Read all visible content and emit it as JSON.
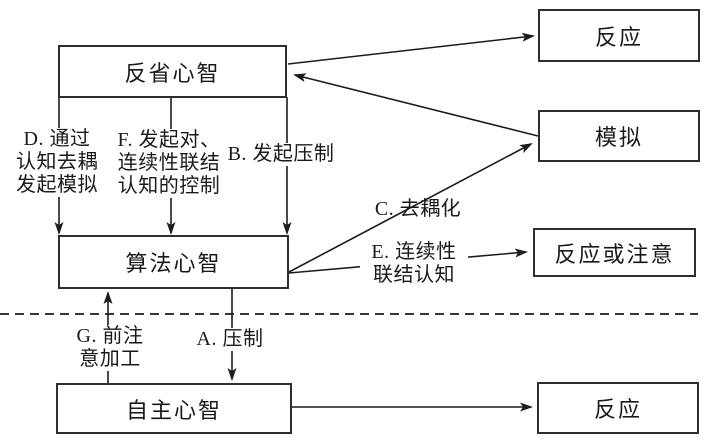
{
  "figure": {
    "type": "flow-diagram",
    "subject": "tripartite-mind-model",
    "colors": {
      "background": "#ffffff",
      "line": "#1c1c1c",
      "text": "#1a1a1a"
    },
    "nodes": {
      "reflective_mind": {
        "label": "反省心智"
      },
      "algorithmic_mind": {
        "label": "算法心智"
      },
      "autonomous_mind": {
        "label": "自主心智"
      },
      "response_top": {
        "label": "反应"
      },
      "simulation": {
        "label": "模拟"
      },
      "response_or_attention": {
        "label": "反应或注意"
      },
      "response_bottom": {
        "label": "反应"
      }
    },
    "edge_labels": {
      "a": "A. 压制",
      "b": "B. 发起压制",
      "c": "C. 去耦化",
      "d": "D. 通过\n认知去耦\n发起模拟",
      "e": "E. 连续性\n联结认知",
      "f": "F. 发起对、\n连续性联结\n认知的控制",
      "g": "G. 前注\n意加工"
    },
    "connections": [
      {
        "id": "A",
        "from": "algorithmic_mind",
        "to": "autonomous_mind",
        "label": "A. 压制"
      },
      {
        "id": "B",
        "from": "reflective_mind",
        "to": "algorithmic_mind",
        "label": "B. 发起压制"
      },
      {
        "id": "C",
        "from": "algorithmic_mind",
        "to": "simulation",
        "label": "C. 去耦化"
      },
      {
        "id": "D",
        "from": "reflective_mind",
        "to": "algorithmic_mind",
        "label": "D. 通过认知去耦发起模拟"
      },
      {
        "id": "E",
        "from": "algorithmic_mind",
        "to": "response_or_attention",
        "label": "E. 连续性联结认知"
      },
      {
        "id": "F",
        "from": "reflective_mind",
        "to": "algorithmic_mind",
        "label": "F. 发起对、连续性联结认知的控制"
      },
      {
        "id": "G",
        "from": "autonomous_mind",
        "to": "algorithmic_mind",
        "label": "G. 前注意加工"
      },
      {
        "id": "",
        "from": "reflective_mind",
        "to": "response_top",
        "label": ""
      },
      {
        "id": "",
        "from": "simulation",
        "to": "reflective_mind",
        "label": ""
      },
      {
        "id": "",
        "from": "autonomous_mind",
        "to": "response_bottom",
        "label": ""
      }
    ],
    "divider": {
      "style": "dashed-horizontal",
      "meaning": "boundary between controlled and autonomous processing"
    }
  }
}
